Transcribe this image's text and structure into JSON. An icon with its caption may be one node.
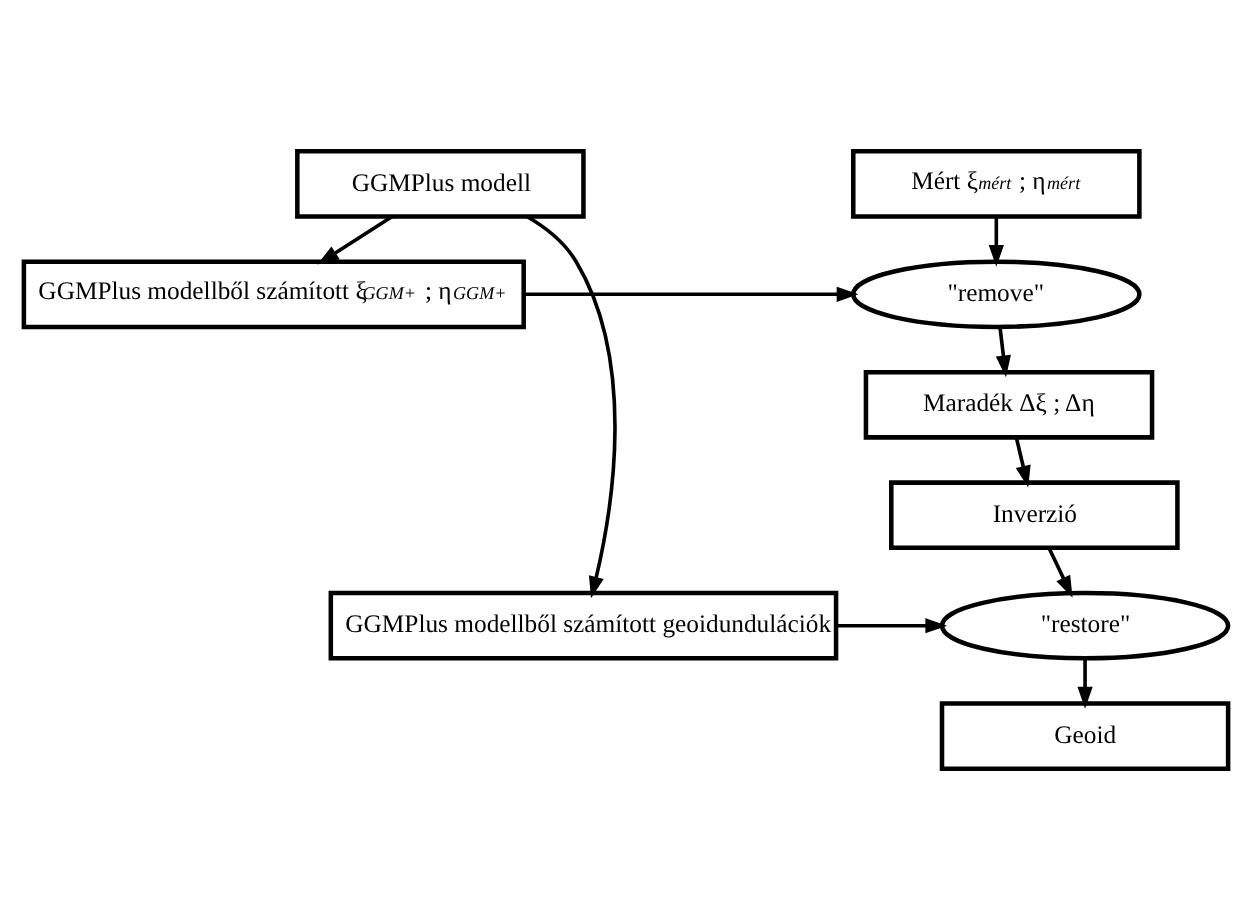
{
  "diagram": {
    "nodes": [
      {
        "text": [
          "GGMPlus modell"
        ]
      },
      {
        "text": [
          "GGMPlus modellből számított ξ$_{GGM+}$ ; η$_{GGM+}$"
        ]
      },
      {
        "text": [
          "Mért ξ$_{mért}$ ; η$_{mért}$"
        ]
      },
      {
        "text": [
          "\"remove\""
        ]
      },
      {
        "text": [
          "Maradék Δξ ; Δη"
        ]
      },
      {
        "text": [
          "Inverzió"
        ]
      },
      {
        "text": [
          "GGMPlus modellből számított geoidundulációk"
        ]
      },
      {
        "text": [
          "\"restore\""
        ]
      },
      {
        "text": [
          "Geoid"
        ]
      }
    ],
    "edges": [
      {
        "from": 0,
        "to": 1,
        "arrow": "to"
      },
      {
        "from": 0,
        "to": 6,
        "arrow": "to"
      },
      {
        "from": 1,
        "to": 3,
        "arrow": "to"
      },
      {
        "from": 2,
        "to": 3,
        "arrow": "to"
      },
      {
        "from": 3,
        "to": 4,
        "arrow": "to"
      },
      {
        "from": 4,
        "to": 5,
        "arrow": "to"
      },
      {
        "from": 5,
        "to": 7,
        "arrow": "to"
      },
      {
        "from": 6,
        "to": 7,
        "arrow": "to"
      },
      {
        "from": 7,
        "to": 8,
        "arrow": "to"
      }
    ]
  }
}
